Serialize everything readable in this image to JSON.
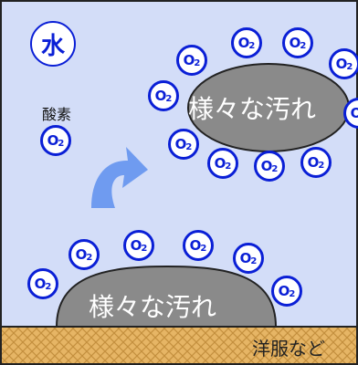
{
  "title_char": "水",
  "oxygen_label": "酸素",
  "molecule_main": "O",
  "molecule_sub": "2",
  "stain_label": "様々な汚れ",
  "clothes_label": "洋服など",
  "colors": {
    "water": "#d3ddf8",
    "border": "#222222",
    "o2_blue": "#0a1fd6",
    "stain_fill": "#8a8a8a",
    "arrow": "#6f9bf0",
    "cloth": "#e6b565"
  }
}
